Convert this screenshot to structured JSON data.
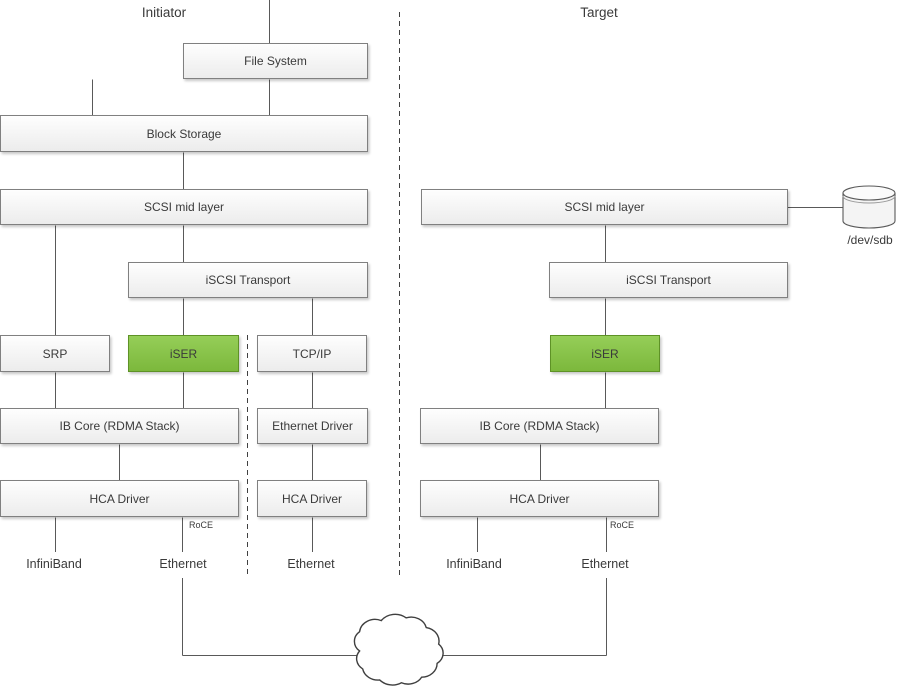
{
  "sections": {
    "initiator": "Initiator",
    "target": "Target"
  },
  "initiator": {
    "file_system": "File System",
    "block_storage": "Block Storage",
    "scsi_mid_layer": "SCSI mid layer",
    "iscsi_transport": "iSCSI Transport",
    "srp": "SRP",
    "iser": "iSER",
    "tcp_ip": "TCP/IP",
    "ib_core": "IB Core (RDMA Stack)",
    "ethernet_driver": "Ethernet Driver",
    "hca_driver_ib": "HCA Driver",
    "hca_driver_eth": "HCA Driver",
    "roce": "RoCE",
    "port_infiniband": "InfiniBand",
    "port_ethernet": "Ethernet",
    "port_ethernet_tcp": "Ethernet"
  },
  "target": {
    "scsi_mid_layer": "SCSI mid layer",
    "iscsi_transport": "iSCSI Transport",
    "iser": "iSER",
    "ib_core": "IB Core (RDMA Stack)",
    "hca_driver": "HCA Driver",
    "roce": "RoCE",
    "port_infiniband": "InfiniBand",
    "port_ethernet": "Ethernet",
    "disk_device": "/dev/sdb"
  },
  "colors": {
    "iser_green_top": "#95CE58",
    "iser_green_bottom": "#7CB83C",
    "iser_border": "#5E9226",
    "box_border": "#808080",
    "box_fill_top": "#FEFEFE",
    "box_fill_bottom": "#ECECEC",
    "line": "#595959",
    "dashed_line": "#404040",
    "cloud_stroke": "#3F3F3F",
    "text": "#3A3A3A"
  }
}
